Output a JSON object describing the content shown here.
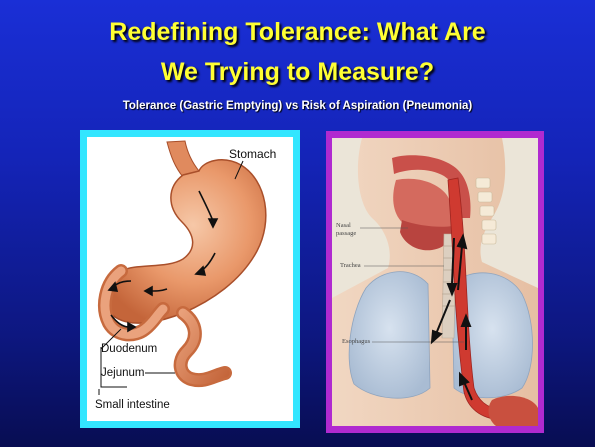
{
  "title": {
    "line1": "Redefining Tolerance: What Are",
    "line2": "We Trying to Measure?"
  },
  "subtitle": "Tolerance (Gastric Emptying) vs Risk of Aspiration (Pneumonia)",
  "stomach_image": {
    "labels": {
      "stomach": "Stomach",
      "duodenum": "Duodenum",
      "jejunum": "Jejunum",
      "small_intestine": "Small intestine"
    }
  },
  "anatomy_image": {
    "labels": {
      "nasal": "Nasal\npassage",
      "trachea": "Trachea",
      "esophagus": "Esophagus"
    }
  },
  "colors": {
    "title": "#ffff33",
    "left_frame": "#33e6ff",
    "right_frame": "#b02ad0"
  }
}
